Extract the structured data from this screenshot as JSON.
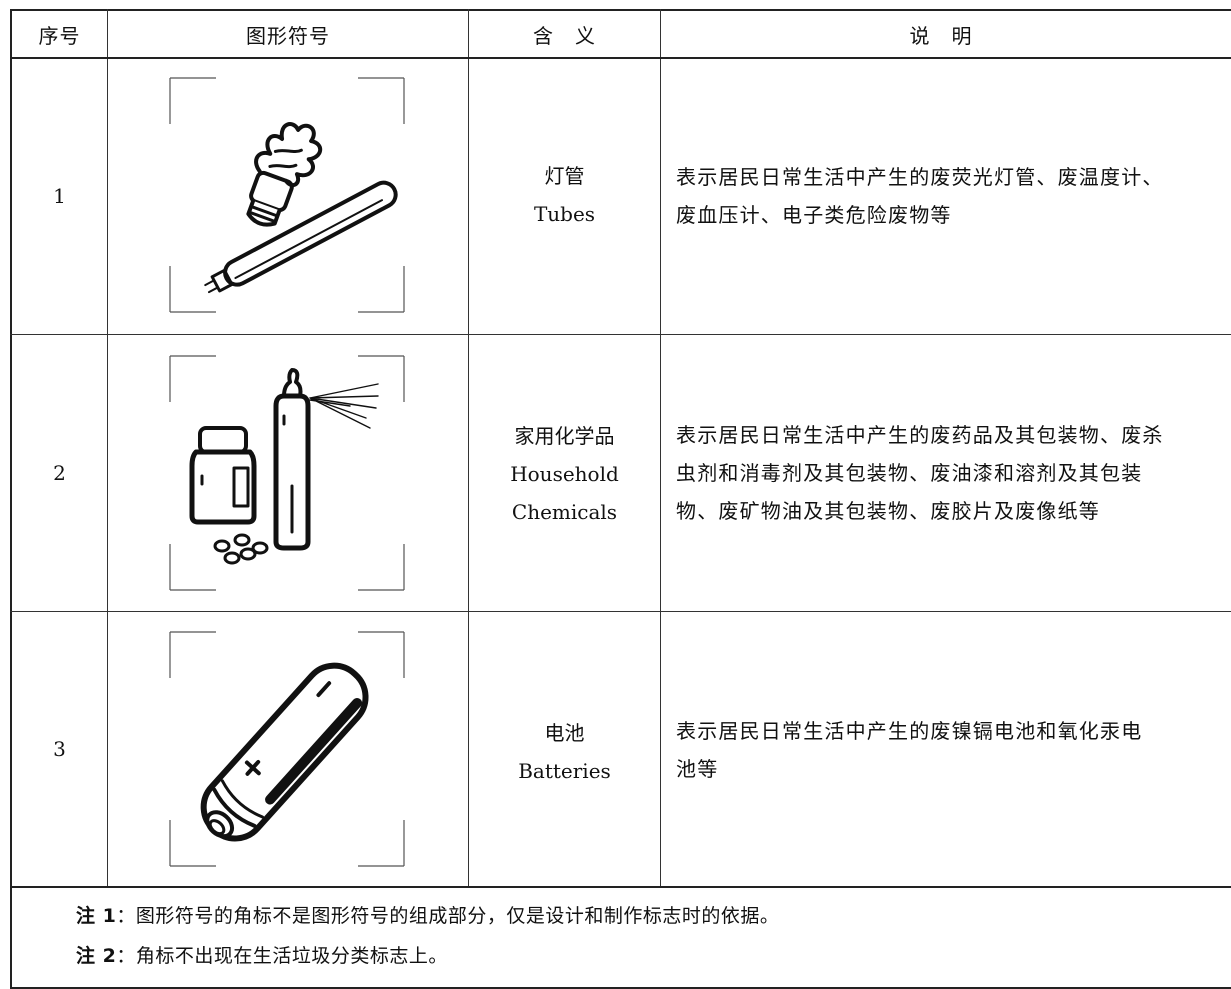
{
  "header": {
    "seq": "序号",
    "symbol": "图形符号",
    "meaning": "含　义",
    "description": "说　明"
  },
  "rows": [
    {
      "seq": "1",
      "icon": "fluorescent-tube-and-cfl-bulb-icon",
      "meaning_cn": "灯管",
      "meaning_en": "Tubes",
      "description": "表示居民日常生活中产生的废荧光灯管、废温度计、\n废血压计、电子类危险废物等"
    },
    {
      "seq": "2",
      "icon": "medicine-bottle-spray-can-pills-icon",
      "meaning_cn": "家用化学品",
      "meaning_en_1": "Household",
      "meaning_en_2": "Chemicals",
      "description": "表示居民日常生活中产生的废药品及其包装物、废杀\n虫剂和消毒剂及其包装物、废油漆和溶剂及其包装\n物、废矿物油及其包装物、废胶片及废像纸等"
    },
    {
      "seq": "3",
      "icon": "battery-icon",
      "meaning_cn": "电池",
      "meaning_en": "Batteries",
      "description": "表示居民日常生活中产生的废镍镉电池和氧化汞电\n池等"
    }
  ],
  "notes": {
    "note1_label": "注 1",
    "note1_text": "：图形符号的角标不是图形符号的组成部分，仅是设计和制作标志时的依据。",
    "note2_label": "注 2",
    "note2_text": "：角标不出现在生活垃圾分类标志上。"
  }
}
